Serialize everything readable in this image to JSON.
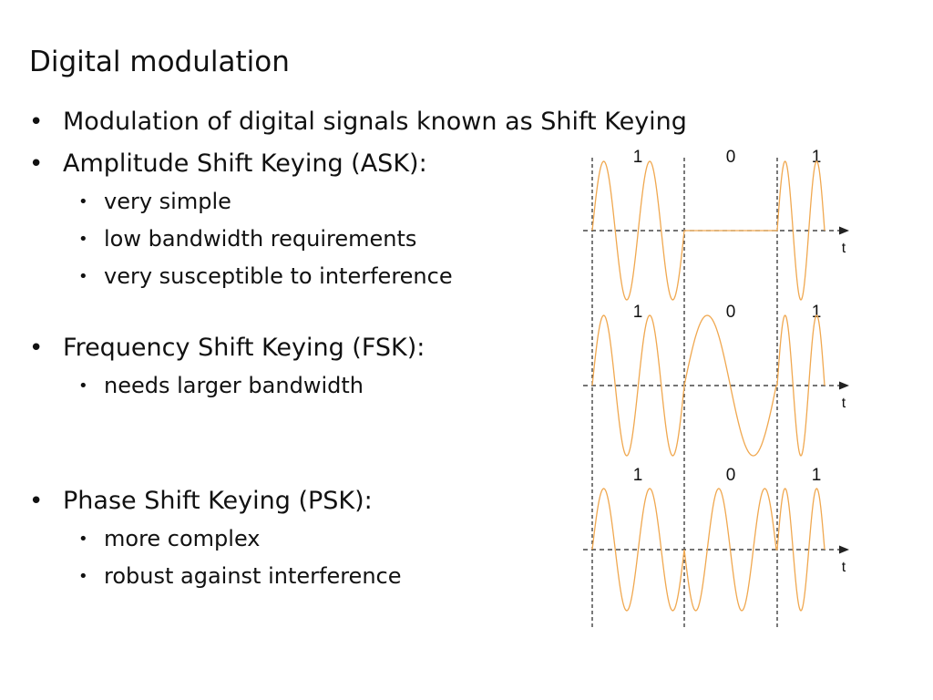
{
  "title": "Digital modulation",
  "bullets": {
    "intro": "Modulation of digital signals known as Shift Keying",
    "ask": "Amplitude Shift Keying (ASK):",
    "ask_sub": [
      "very simple",
      "low bandwidth requirements",
      "very susceptible to interference"
    ],
    "fsk": "Frequency Shift Keying (FSK):",
    "fsk_sub": [
      "needs larger bandwidth"
    ],
    "psk": "Phase Shift Keying (PSK):",
    "psk_sub": [
      "more complex",
      "robust against interference"
    ]
  },
  "diagram": {
    "bits": [
      "1",
      "0",
      "1"
    ],
    "time_label": "t",
    "wave_color": "#f0a850",
    "axis_color": "#222222",
    "waveforms": [
      {
        "name": "ASK",
        "bit_amplitudes": [
          1,
          0,
          1
        ],
        "cycles_per_bit": [
          2,
          2,
          1.5
        ],
        "phase_inverted": [
          false,
          false,
          false
        ]
      },
      {
        "name": "FSK",
        "bit_amplitudes": [
          1,
          1,
          1
        ],
        "cycles_per_bit": [
          2,
          1,
          1.5
        ],
        "phase_inverted": [
          false,
          false,
          false
        ]
      },
      {
        "name": "PSK",
        "bit_amplitudes": [
          1,
          1,
          1
        ],
        "cycles_per_bit": [
          2,
          2,
          1.5
        ],
        "phase_inverted": [
          false,
          true,
          false
        ]
      }
    ]
  }
}
